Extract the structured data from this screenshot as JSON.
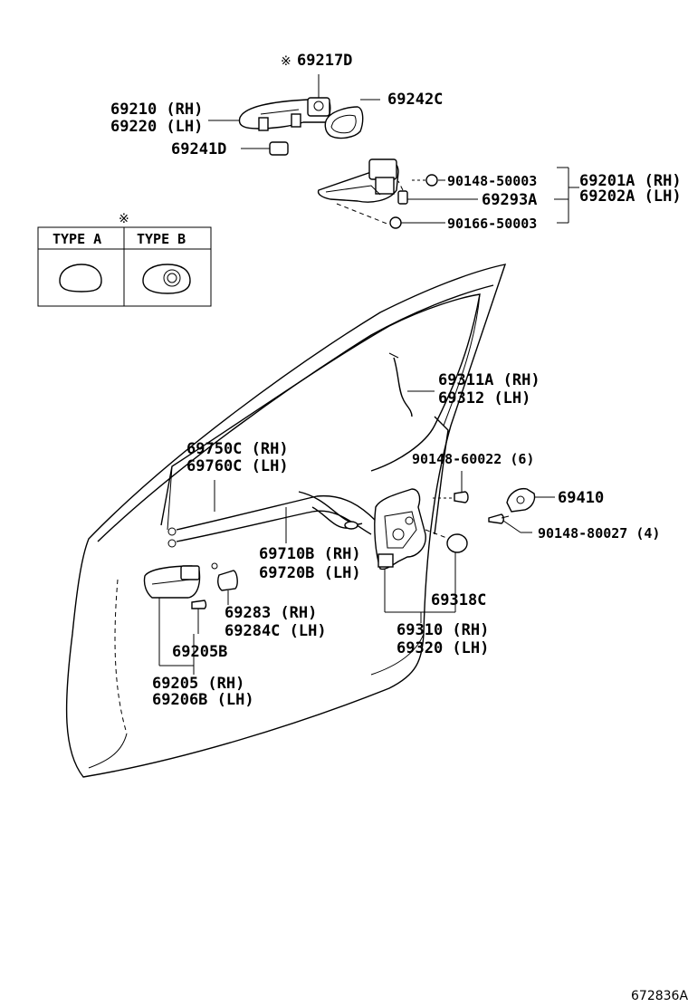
{
  "star_mark": "※",
  "labels": {
    "p69217D": "69217D",
    "p69210": "69210 (RH)",
    "p69220": "69220 (LH)",
    "p69242C": "69242C",
    "p69241D": "69241D",
    "p90148_50003": "90148-50003",
    "p69293A": "69293A",
    "p90166_50003": "90166-50003",
    "p69201A": "69201A (RH)",
    "p69202A": "69202A (LH)",
    "p69311A": "69311A (RH)",
    "p69312": "69312 (LH)",
    "p90148_60022": "90148-60022 (6)",
    "p69750C": "69750C (RH)",
    "p69760C": "69760C (LH)",
    "p69410": "69410",
    "p90148_80027": "90148-80027 (4)",
    "p69710B": "69710B (RH)",
    "p69720B": "69720B (LH)",
    "p69283": "69283 (RH)",
    "p69284C": "69284C (LH)",
    "p69318C": "69318C",
    "p69205B": "69205B",
    "p69310": "69310 (RH)",
    "p69320": "69320 (LH)",
    "p69205": "69205 (RH)",
    "p69206B": "69206B (LH)"
  },
  "type_table": {
    "type_a": "TYPE A",
    "type_b": "TYPE B"
  },
  "diagram_code": "672836A"
}
